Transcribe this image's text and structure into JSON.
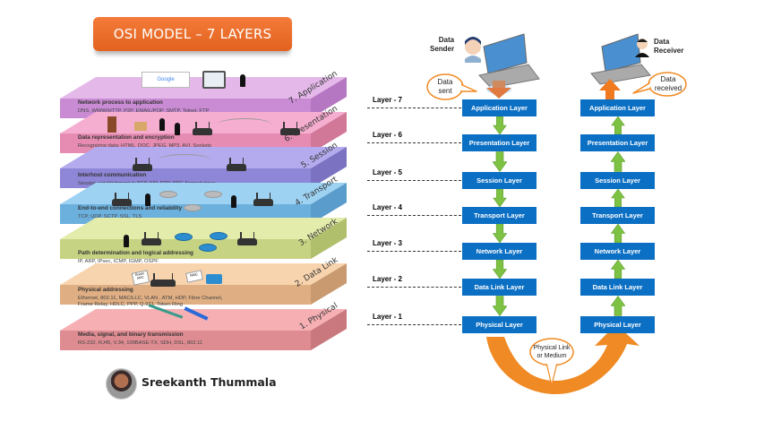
{
  "title": "OSI MODEL – 7 LAYERS",
  "stack": {
    "layers": [
      {
        "number": 7,
        "label": "7. Application",
        "heading": "Network process to application",
        "protocols": [
          "DNS, WWW/HTTP, P2P, EMAIL/POP, SMTP, Telnet, FTP"
        ],
        "color": "#d9a6e0"
      },
      {
        "number": 6,
        "label": "6. Presentation",
        "heading": "Data representation and encryption",
        "protocols": [
          "Recognizing data: HTML, DOC, JPEG, MP3, AVI, Sockets"
        ],
        "color": "#f29ac2"
      },
      {
        "number": 5,
        "label": "5. Session",
        "heading": "Interhost communication",
        "protocols": [
          "Session establishment in TCP, SIP, RTP, RPC-Named pipes"
        ],
        "color": "#a49ae8"
      },
      {
        "number": 4,
        "label": "4. Transport",
        "heading": "End-to-end connections and reliability",
        "protocols": [
          "TCP, UDP, SCTP, SSL, TLS"
        ],
        "color": "#88c6ee"
      },
      {
        "number": 3,
        "label": "3. Network",
        "heading": "Path determination and logical addressing",
        "protocols": [
          "IP, ARP, IPsec, ICMP, IGMP, OSPF"
        ],
        "color": "#d6e496"
      },
      {
        "number": 2,
        "label": "2. Data Link",
        "heading": "Physical addressing",
        "protocols": [
          "Ethernet, 802.11, MAC/LLC, VLAN , ATM, HDP, Fibre Channel,",
          "Frame Relay, HDLC,  PPP, Q.921, Token Ring"
        ],
        "color": "#f3c79a"
      },
      {
        "number": 1,
        "label": "1. Physical",
        "heading": "Media, signal, and binary transmission",
        "protocols": [
          "RS-232, RJ45, V.34, 100BASE-TX, SDH, DSL, 802.11"
        ],
        "color": "#f1a0a8"
      }
    ],
    "device_labels": {
      "router_mac": "Router MAC",
      "mac": "MAC"
    }
  },
  "author": {
    "name": "Sreekanth Thummala"
  },
  "flow": {
    "sender_label": [
      "Data",
      "Sender"
    ],
    "receiver_label": [
      "Data",
      "Receiver"
    ],
    "sent_bubble": [
      "Data",
      "sent"
    ],
    "received_bubble": [
      "Data",
      "received"
    ],
    "medium_bubble": [
      "Physical Link",
      "or Medium"
    ],
    "layer_tags": [
      "Layer - 7",
      "Layer - 6",
      "Layer - 5",
      "Layer - 4",
      "Layer - 3",
      "Layer - 2",
      "Layer - 1"
    ],
    "sender_boxes": [
      "Application Layer",
      "Presentation Layer",
      "Session Layer",
      "Transport Layer",
      "Network Layer",
      "Data Link Layer",
      "Physical Layer"
    ],
    "receiver_boxes": [
      "Application Layer",
      "Presentation Layer",
      "Session Layer",
      "Transport Layer",
      "Network Layer",
      "Data Link Layer",
      "Physical Layer"
    ],
    "colors": {
      "box": "#0b6fc4",
      "arrow": "#7dc242",
      "orange": "#f08a24"
    }
  }
}
